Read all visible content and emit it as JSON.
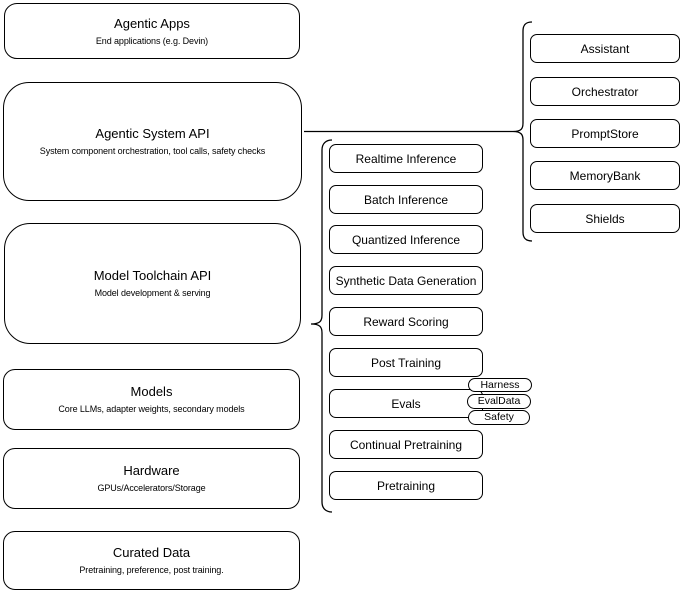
{
  "left_column": [
    {
      "title": "Agentic Apps",
      "subtitle": "End applications (e.g. Devin)"
    },
    {
      "title": "Agentic System API",
      "subtitle": "System component orchestration, tool calls, safety checks"
    },
    {
      "title": "Model Toolchain API",
      "subtitle": "Model development & serving"
    },
    {
      "title": "Models",
      "subtitle": "Core LLMs, adapter weights, secondary models"
    },
    {
      "title": "Hardware",
      "subtitle": "GPUs/Accelerators/Storage"
    },
    {
      "title": "Curated Data",
      "subtitle": "Pretraining, preference, post training."
    }
  ],
  "toolchain_items": [
    "Realtime Inference",
    "Batch Inference",
    "Quantized Inference",
    "Synthetic Data Generation",
    "Reward Scoring",
    "Post Training",
    "Evals",
    "Continual Pretraining",
    "Pretraining"
  ],
  "evals_tags": [
    "Harness",
    "EvalData",
    "Safety"
  ],
  "system_components": [
    "Assistant",
    "Orchestrator",
    "PromptStore",
    "MemoryBank",
    "Shields"
  ],
  "colors": {
    "stroke": "#000000",
    "fill": "#ffffff",
    "text": "#000000"
  }
}
